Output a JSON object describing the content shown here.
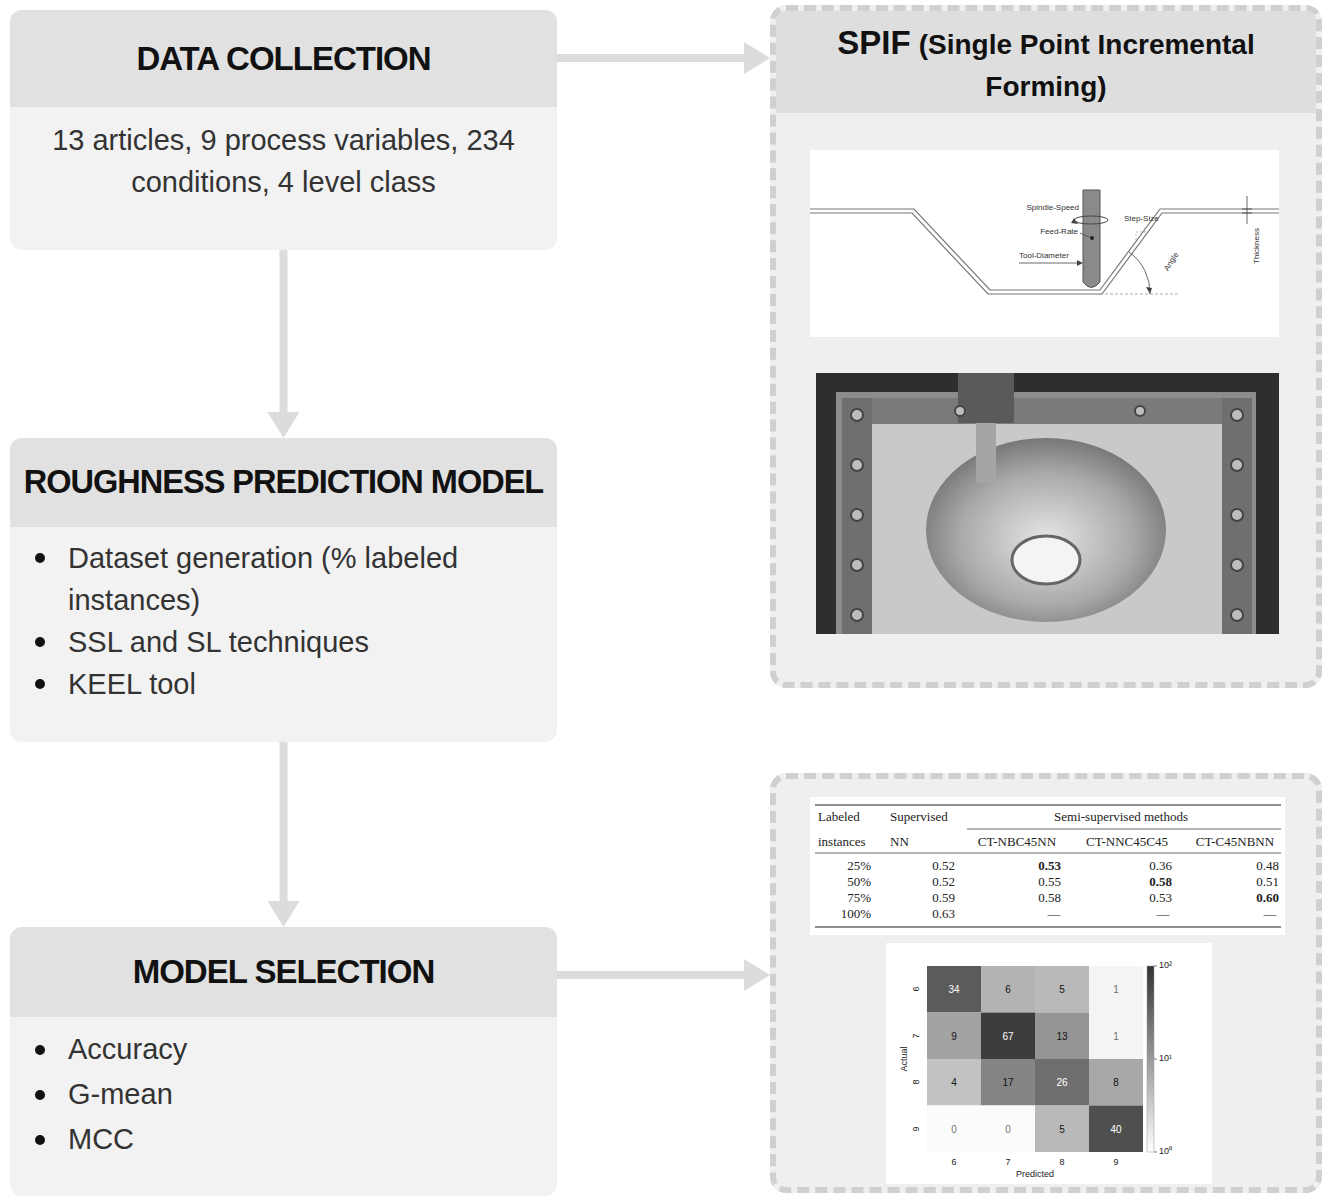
{
  "diagram": {
    "nodes": [
      {
        "text": [
          "DATA COLLECTION",
          "13 articles, 9 process variables, 234 conditions, 4 level class"
        ]
      },
      {
        "text": [
          "SPIF",
          "(Single Point Incremental Forming)"
        ]
      },
      {
        "text": [
          "ROUGHNESS PREDICTION MODEL",
          "Dataset generation (% labeled instances)",
          "SSL and SL techniques",
          "KEEL tool"
        ]
      },
      {
        "text": [
          "MODEL SELECTION",
          "Accuracy",
          "G-mean",
          "MCC"
        ]
      },
      {
        "text": [
          "Labeled",
          "Supervised",
          "Semi-supervised methods",
          "instances",
          "NN",
          "CT-NBC45NN",
          "CT-NNC45C45",
          "CT-C45NBNN",
          "25%",
          "0.52",
          "0.53",
          "0.36",
          "0.48",
          "50%",
          "0.52",
          "0.55",
          "0.58",
          "0.51",
          "75%",
          "0.59",
          "0.58",
          "0.53",
          "0.60",
          "100%",
          "0.63",
          "—",
          "—",
          "—"
        ]
      }
    ],
    "edges": [
      {
        "from": 0,
        "to": 1,
        "arrow": "to"
      },
      {
        "from": 0,
        "to": 2,
        "arrow": "to"
      },
      {
        "from": 2,
        "to": 3,
        "arrow": "to"
      },
      {
        "from": 3,
        "to": 4,
        "arrow": "to"
      }
    ],
    "labels": [
      "Spindle-Speed",
      "Step-Size",
      "Feed-Rate",
      "Tool-Diameter",
      "Angle",
      "Thickness",
      "34",
      "6",
      "5",
      "1",
      "9",
      "67",
      "13",
      "1",
      "4",
      "17",
      "26",
      "8",
      "0",
      "0",
      "5",
      "40",
      "6",
      "7",
      "8",
      "9",
      "Actual",
      "6",
      "7",
      "8",
      "9",
      "Predicted",
      "10²",
      "10¹",
      "10⁰"
    ]
  }
}
